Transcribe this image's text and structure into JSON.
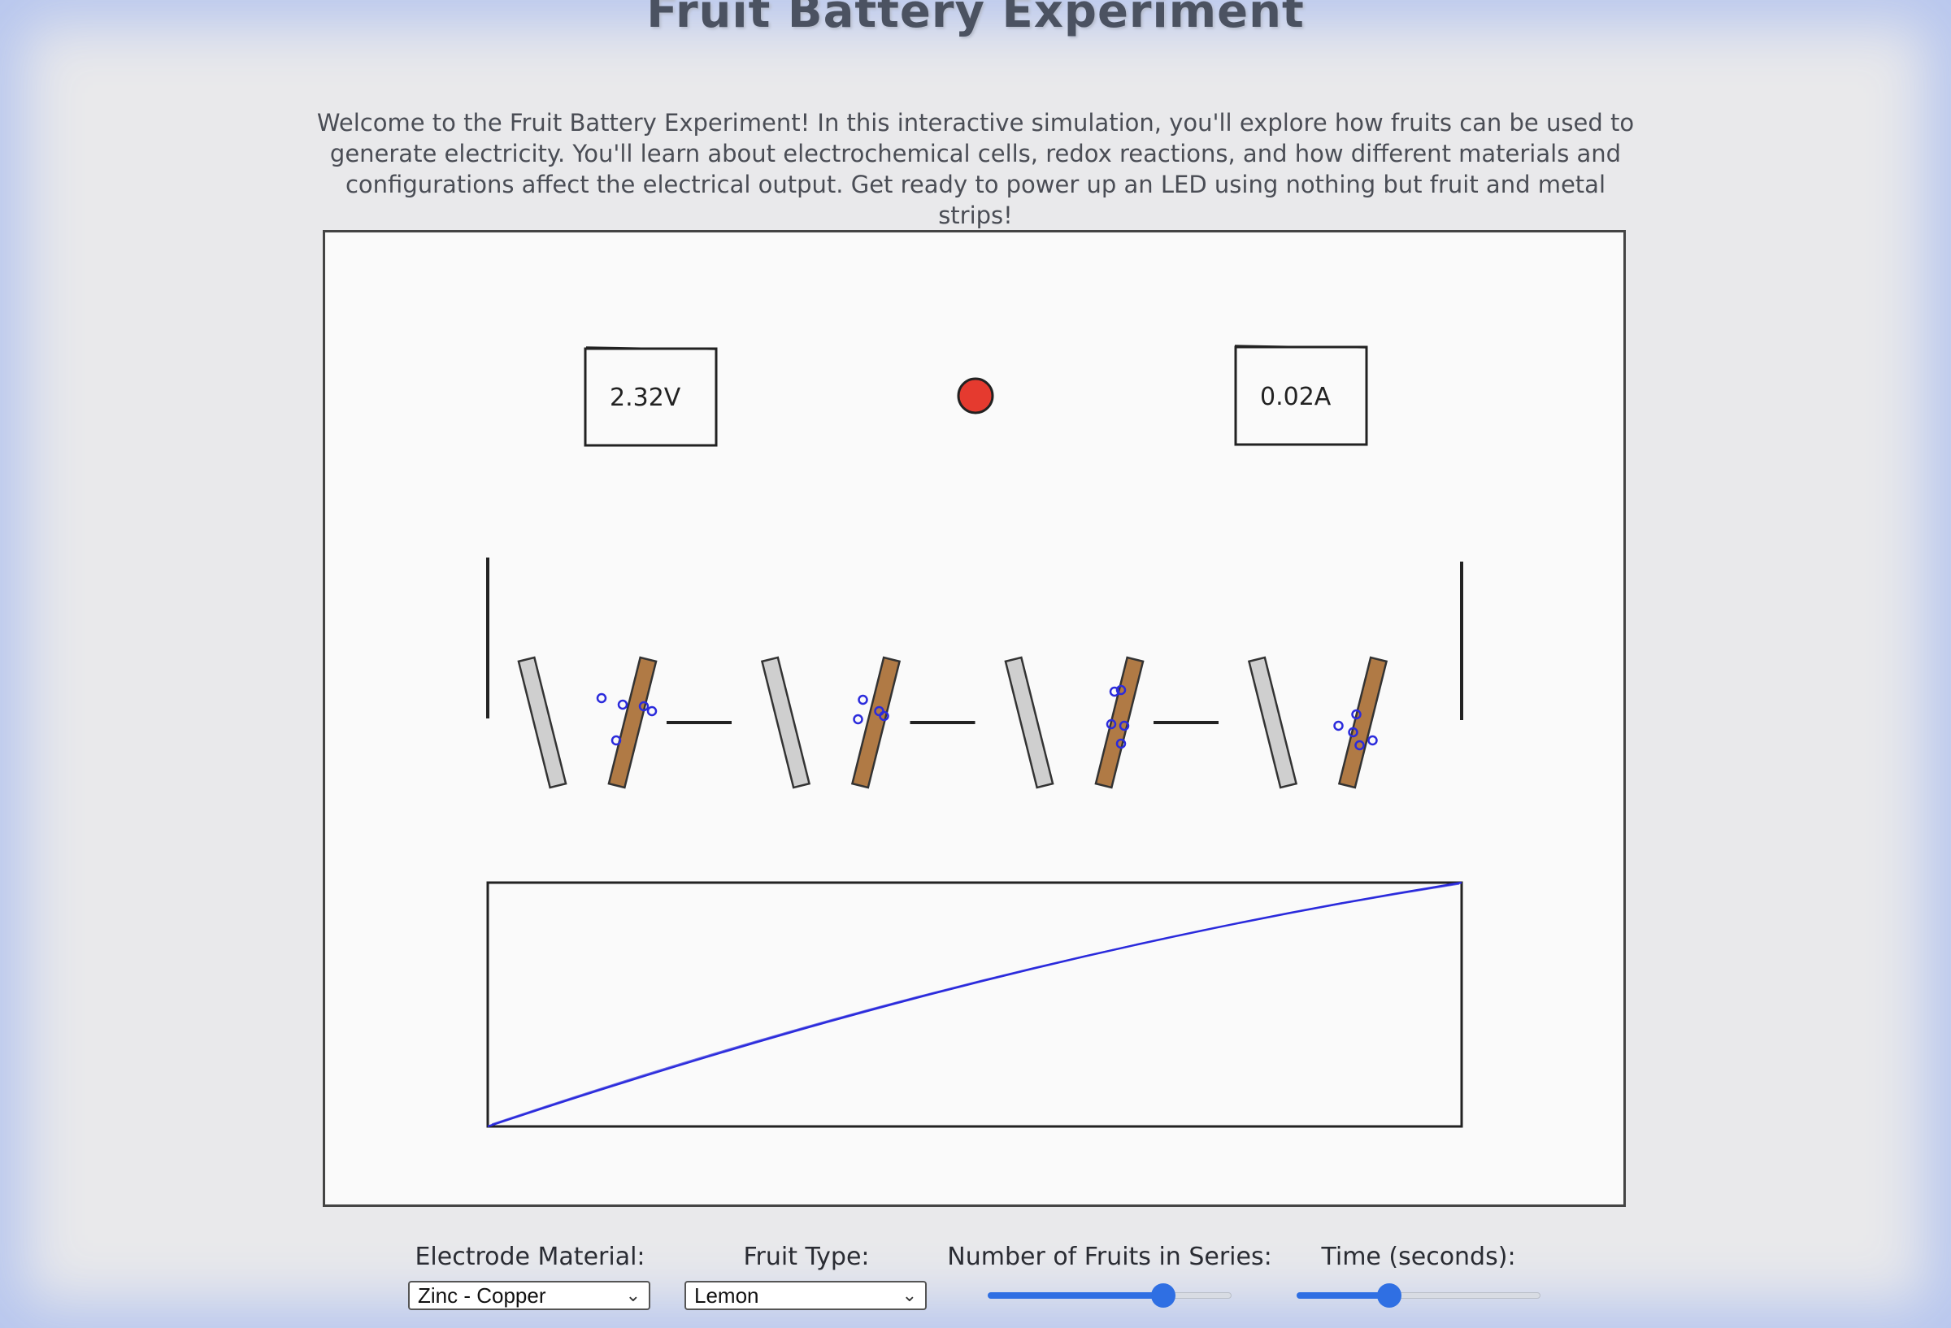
{
  "page": {
    "title": "Fruit Battery Experiment",
    "intro": "Welcome to the Fruit Battery Experiment! In this interactive simulation, you'll explore how fruits can be used to generate electricity. You'll learn about electrochemical cells, redox reactions, and how different materials and configurations affect the electrical output. Get ready to power up an LED using nothing but fruit and metal strips!"
  },
  "meters": {
    "voltage": "2.32V",
    "current": "0.02A"
  },
  "led": {
    "color": "#e53a2f",
    "state": "on"
  },
  "electrodes": {
    "cells": 4,
    "zinc_color": "#cfcfcf",
    "copper_color": "#b07a45",
    "bubble_color": "#2b2bdc"
  },
  "graph": {
    "line_color": "#2b2bdc"
  },
  "controls": {
    "electrode_label": "Electrode Material:",
    "electrode_value": "Zinc - Copper",
    "fruit_label": "Fruit Type:",
    "fruit_value": "Lemon",
    "fruits_label": "Number of Fruits in Series:",
    "fruits_fraction": 0.72,
    "time_label": "Time (seconds):",
    "time_fraction": 0.38,
    "accent_color": "#2f6fe3"
  }
}
